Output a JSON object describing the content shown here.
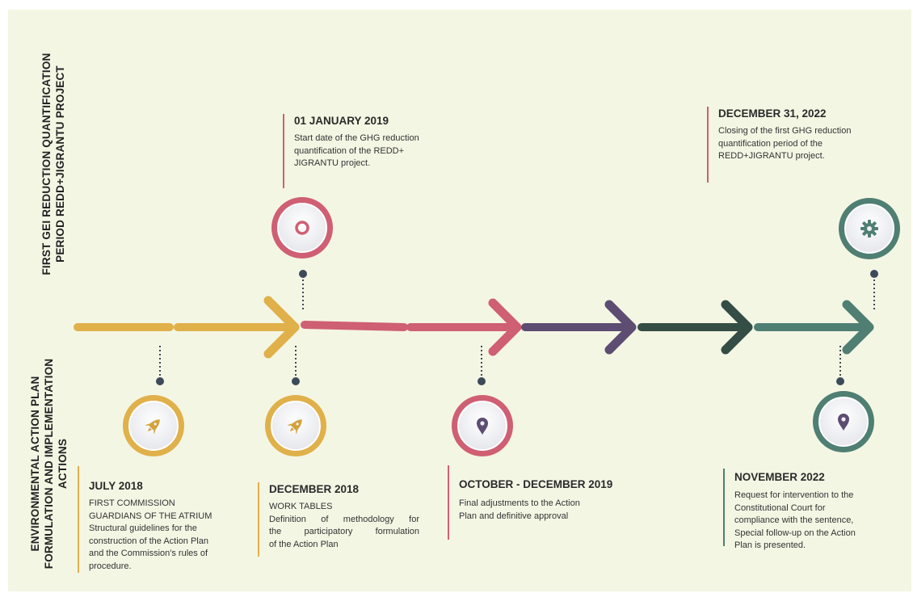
{
  "left_labels": {
    "top_section": [
      "FIRST GEI REDUCTION QUANTIFICATION",
      "PERIOD REDD+JIGRANTU PROJECT"
    ],
    "bottom_section": [
      "ENVIRONMENTAL ACTION PLAN",
      "FORMULATION AND IMPLEMENTATION",
      "ACTIONS"
    ]
  },
  "colors": {
    "mustard": "#e0b04a",
    "rose": "#cf5f73",
    "purple": "#5d4d72",
    "dark_green": "#344d45",
    "teal": "#4e7f72",
    "connector": "#3c4a5a",
    "panel": "#f4f6e4"
  },
  "events_top": [
    {
      "date": "01 JANUARY 2019",
      "lines": [
        "Start date of the GHG reduction",
        "quantification of the REDD+",
        "JIGRANTU project."
      ],
      "icon": "circle-ring-icon",
      "color": "#cf5f73"
    },
    {
      "date": "DECEMBER 31, 2022",
      "lines": [
        "Closing of the first GHG reduction",
        "quantification period of the",
        "REDD+JIGRANTU project."
      ],
      "icon": "gear-icon",
      "color": "#4e7f72"
    }
  ],
  "events_bottom": [
    {
      "date": "JULY 2018",
      "lines": [
        "FIRST COMMISSION",
        "GUARDIANS OF THE ATRIUM",
        "Structural guidelines for the",
        "construction of the Action Plan",
        "and the Commission's rules of",
        "procedure."
      ],
      "icon": "rocket-icon",
      "color": "#e0b04a"
    },
    {
      "date": "DECEMBER 2018",
      "lines": [
        "WORK TABLES",
        "Definition of methodology for",
        "the participatory formulation",
        "of the Action Plan"
      ],
      "icon": "rocket-icon",
      "color": "#e0b04a"
    },
    {
      "date": "OCTOBER - DECEMBER 2019",
      "lines": [
        "Final adjustments to the Action",
        "Plan and definitive approval"
      ],
      "icon": "map-pin-icon",
      "color": "#cf5f73"
    },
    {
      "date": "NOVEMBER 2022",
      "lines": [
        "Request for intervention to the",
        "Constitutional Court for",
        "compliance with the sentence,",
        "Special follow-up on the Action",
        "Plan is presented."
      ],
      "icon": "map-pin-icon",
      "color": "#4e7f72"
    }
  ]
}
